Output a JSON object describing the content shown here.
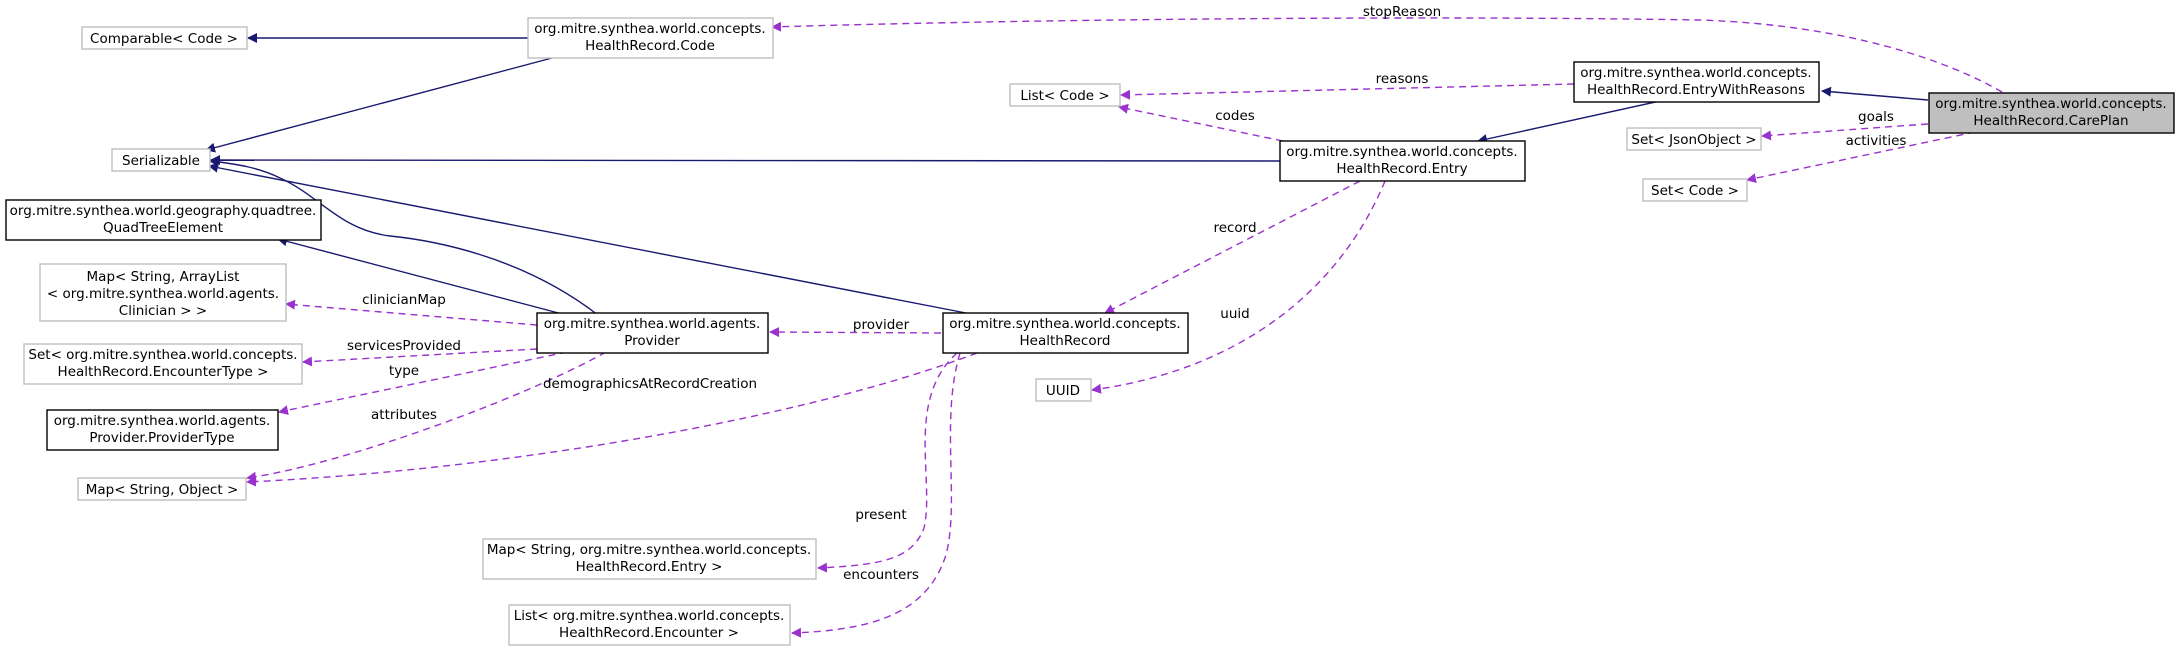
{
  "nodes": {
    "careplan": {
      "line1": "org.mitre.synthea.world.concepts.",
      "line2": "HealthRecord.CarePlan"
    },
    "entry_with_reasons": {
      "line1": "org.mitre.synthea.world.concepts.",
      "line2": "HealthRecord.EntryWithReasons"
    },
    "entry": {
      "line1": "org.mitre.synthea.world.concepts.",
      "line2": "HealthRecord.Entry"
    },
    "code": {
      "line1": "org.mitre.synthea.world.concepts.",
      "line2": "HealthRecord.Code"
    },
    "comparable_code": {
      "line1": "Comparable< Code >"
    },
    "serializable": {
      "line1": "Serializable"
    },
    "list_code": {
      "line1": "List< Code >"
    },
    "set_jsonobject": {
      "line1": "Set< JsonObject >"
    },
    "set_code": {
      "line1": "Set< Code >"
    },
    "quadtree": {
      "line1": "org.mitre.synthea.world.geography.quadtree.",
      "line2": "QuadTreeElement"
    },
    "map_clinician": {
      "line1": "Map< String, ArrayList",
      "line2": "< org.mitre.synthea.world.agents.",
      "line3": "Clinician > >"
    },
    "provider": {
      "line1": "org.mitre.synthea.world.agents.",
      "line2": "Provider"
    },
    "health_record": {
      "line1": "org.mitre.synthea.world.concepts.",
      "line2": "HealthRecord"
    },
    "set_encountertype": {
      "line1": "Set< org.mitre.synthea.world.concepts.",
      "line2": "HealthRecord.EncounterType >"
    },
    "provider_type": {
      "line1": "org.mitre.synthea.world.agents.",
      "line2": "Provider.ProviderType"
    },
    "map_object": {
      "line1": "Map< String, Object >"
    },
    "uuid": {
      "line1": "UUID"
    },
    "map_entry": {
      "line1": "Map< String, org.mitre.synthea.world.concepts.",
      "line2": "HealthRecord.Entry >"
    },
    "list_encounter": {
      "line1": "List< org.mitre.synthea.world.concepts.",
      "line2": "HealthRecord.Encounter >"
    }
  },
  "edge_labels": {
    "stopReason": "stopReason",
    "reasons": "reasons",
    "goals": "goals",
    "codes": "codes",
    "activities": "activities",
    "record": "record",
    "uuid": "uuid",
    "clinicianMap": "clinicianMap",
    "provider": "provider",
    "servicesProvided": "servicesProvided",
    "type": "type",
    "demographicsAtRecordCreation": "demographicsAtRecordCreation",
    "attributes": "attributes",
    "present": "present",
    "encounters": "encounters"
  },
  "colors": {
    "inheritance_edge": "#191970",
    "association_edge": "#9a32cd",
    "focus_fill": "#bfbfbf",
    "plain_border": "#bfbfbf"
  }
}
